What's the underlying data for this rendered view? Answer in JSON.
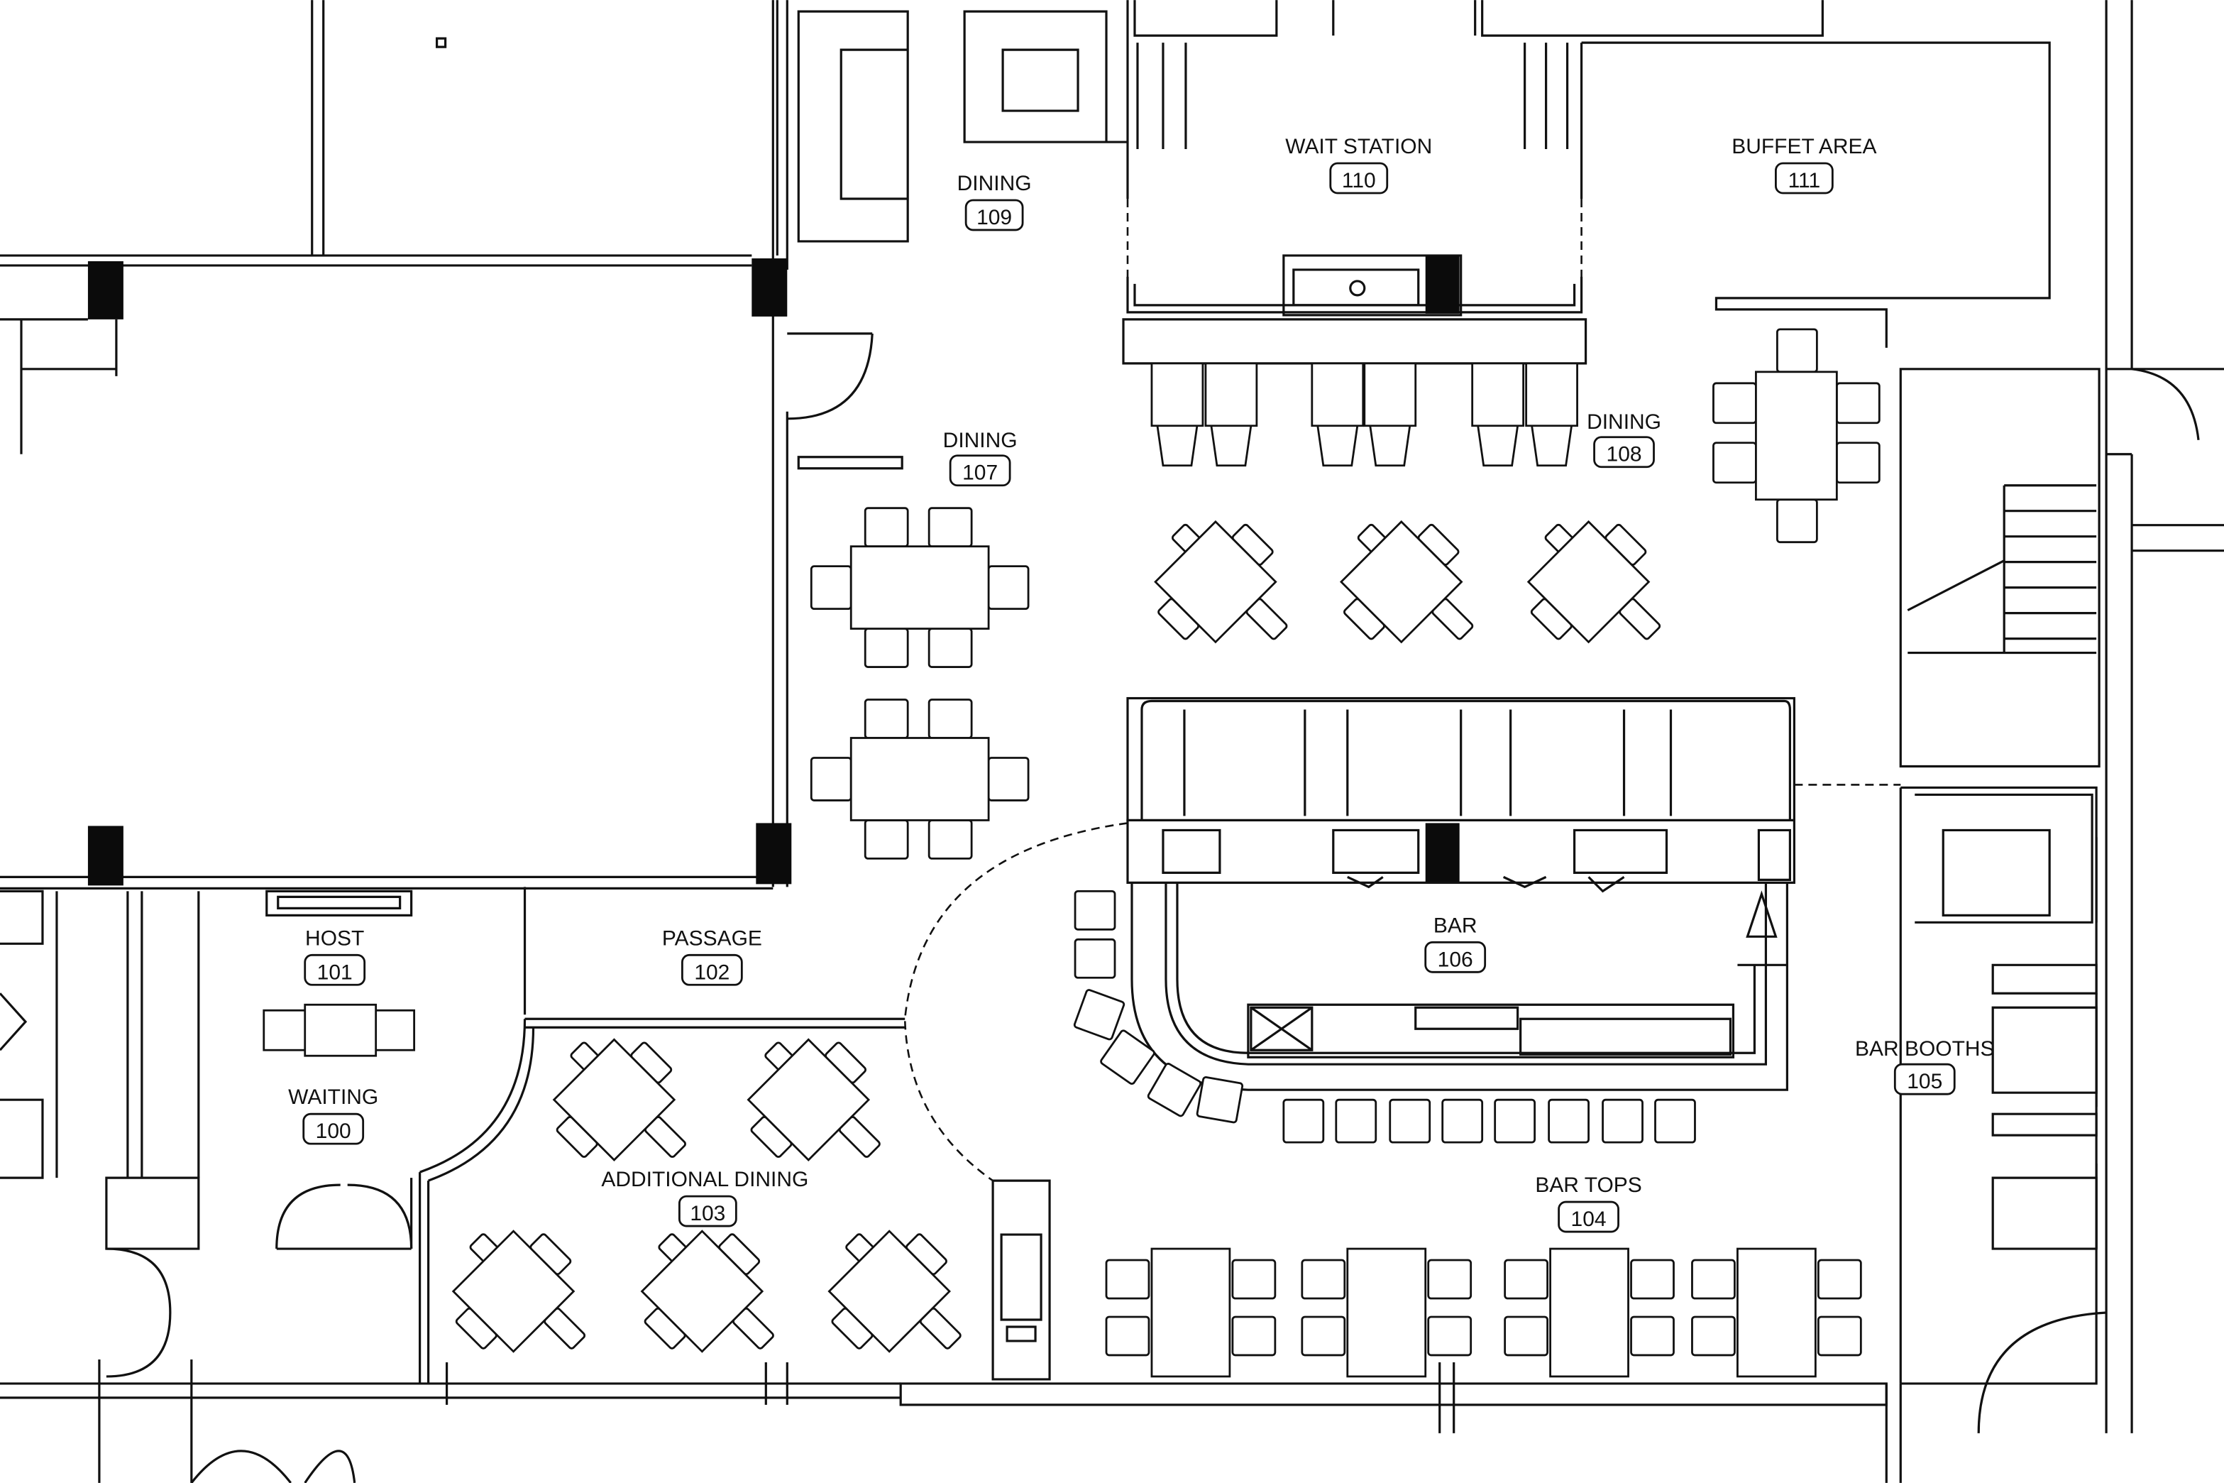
{
  "plan": {
    "rooms": [
      {
        "name": "DINING",
        "number": "109"
      },
      {
        "name": "WAIT STATION",
        "number": "110"
      },
      {
        "name": "BUFFET AREA",
        "number": "111"
      },
      {
        "name": "DINING",
        "number": "107"
      },
      {
        "name": "DINING",
        "number": "108"
      },
      {
        "name": "HOST",
        "number": "101"
      },
      {
        "name": "PASSAGE",
        "number": "102"
      },
      {
        "name": "BAR",
        "number": "106"
      },
      {
        "name": "WAITING",
        "number": "100"
      },
      {
        "name": "ADDITIONAL DINING",
        "number": "103"
      },
      {
        "name": "BAR BOOTHS",
        "number": "105"
      },
      {
        "name": "BAR TOPS",
        "number": "104"
      }
    ]
  }
}
